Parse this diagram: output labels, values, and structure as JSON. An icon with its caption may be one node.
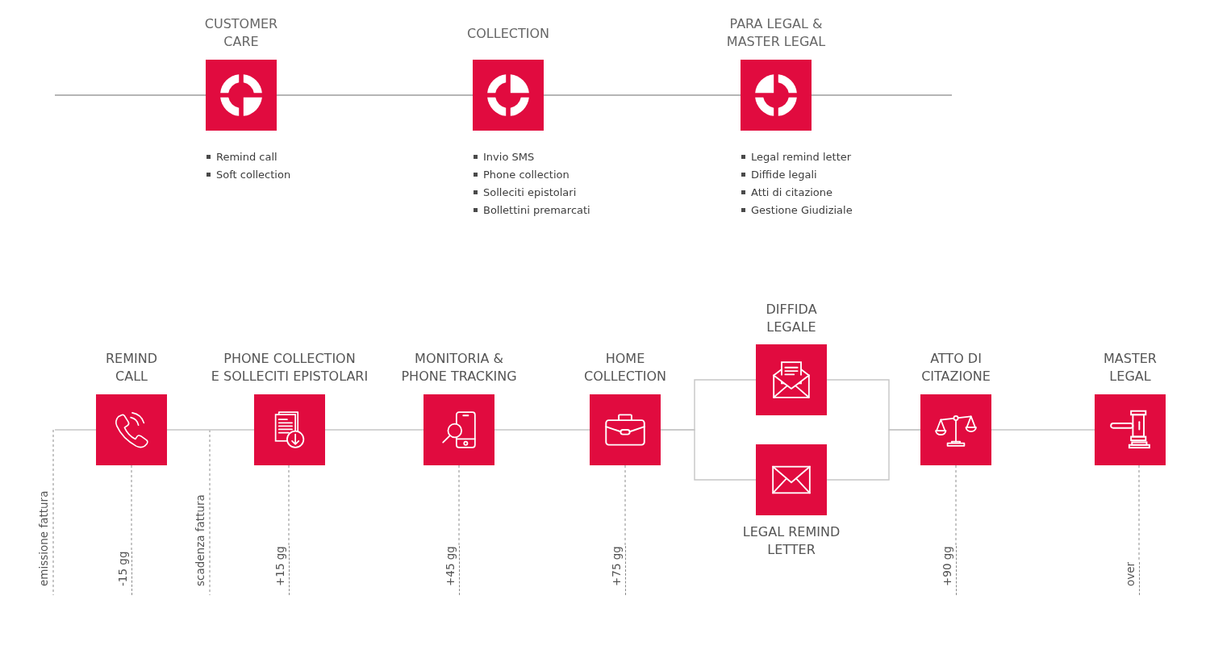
{
  "diagram": {
    "nodes": [
      {
        "text": [
          "CUSTOMER CARE"
        ]
      },
      {
        "text": [
          "COLLECTION"
        ]
      },
      {
        "text": [
          "PARA LEGAL & MASTER LEGAL"
        ]
      },
      {
        "text": [
          "REMIND CALL"
        ]
      },
      {
        "text": [
          "PHONE COLLECTION E SOLLECITI EPISTOLARI"
        ]
      },
      {
        "text": [
          "MONITORIA & PHONE TRACKING"
        ]
      },
      {
        "text": [
          "HOME COLLECTION"
        ]
      },
      {
        "text": [
          "DIFFIDA LEGALE"
        ]
      },
      {
        "text": [
          "LEGAL REMIND LETTER"
        ]
      },
      {
        "text": [
          "ATTO DI CITAZIONE"
        ]
      },
      {
        "text": [
          "MASTER LEGAL"
        ]
      },
      {
        "text": [
          "-15 gg"
        ]
      },
      {
        "text": [
          "+15 gg"
        ]
      },
      {
        "text": [
          "+45 gg"
        ]
      },
      {
        "text": [
          "+75 gg"
        ]
      },
      {
        "text": [
          "+90 gg"
        ]
      },
      {
        "text": [
          "over"
        ]
      }
    ],
    "edges": [
      {
        "from": null,
        "to": 0,
        "arrow": "none"
      },
      {
        "from": 0,
        "to": 1,
        "arrow": "none"
      },
      {
        "from": 1,
        "to": 2,
        "arrow": "none"
      },
      {
        "from": 2,
        "to": null,
        "arrow": "none"
      },
      {
        "from": null,
        "to": 3,
        "arrow": "none"
      },
      {
        "from": 3,
        "to": 4,
        "arrow": "none"
      },
      {
        "from": 4,
        "to": 5,
        "arrow": "none"
      },
      {
        "from": 5,
        "to": 6,
        "arrow": "none"
      },
      {
        "from": 6,
        "to": 7,
        "arrow": "none"
      },
      {
        "from": 6,
        "to": 8,
        "arrow": "none"
      },
      {
        "from": 7,
        "to": 9,
        "arrow": "none"
      },
      {
        "from": 8,
        "to": 9,
        "arrow": "none"
      },
      {
        "from": 9,
        "to": 10,
        "arrow": "none"
      },
      {
        "from": 3,
        "to": 11,
        "arrow": "none",
        "style": "dashed",
        "color": "#8c8c8c"
      },
      {
        "from": 4,
        "to": 12,
        "arrow": "none",
        "style": "dashed",
        "color": "#8c8c8c"
      },
      {
        "from": 5,
        "to": 13,
        "arrow": "none",
        "style": "dashed",
        "color": "#8c8c8c"
      },
      {
        "from": 6,
        "to": 14,
        "arrow": "none",
        "style": "dashed",
        "color": "#8c8c8c"
      },
      {
        "from": 9,
        "to": 15,
        "arrow": "none",
        "style": "dashed",
        "color": "#8c8c8c"
      },
      {
        "from": 10,
        "to": 16,
        "arrow": "none",
        "style": "dashed",
        "color": "#8c8c8c"
      }
    ],
    "labels": [
      "Remind call",
      "Soft collection",
      "Invio SMS",
      "Phone collection",
      "Solleciti epistolari",
      "Bollettini premarcati",
      "Legal remind letter",
      "Diffide legali",
      "Atti di citazione",
      "Gestione Giudiziale",
      "emissione fattura",
      "scadenza fattura"
    ]
  }
}
